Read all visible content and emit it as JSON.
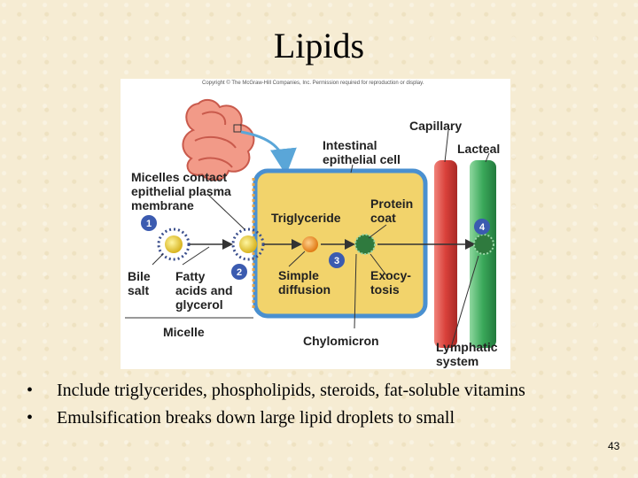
{
  "slide": {
    "title": "Lipids",
    "page_number": "43",
    "bullets": [
      "Include triglycerides, phospholipids, steroids, fat-soluble vitamins",
      "Emulsification breaks down large lipid droplets to small"
    ],
    "bullet_glyph": "•"
  },
  "figure": {
    "copyright": "Copyright © The McGraw-Hill Companies, Inc. Permission required for reproduction or display.",
    "labels": {
      "capillary": "Capillary",
      "intestinal_line1": "Intestinal",
      "intestinal_line2": "epithelial cell",
      "lacteal": "Lacteal",
      "micelles_line1": "Micelles contact",
      "micelles_line2": "epithelial plasma",
      "micelles_line3": "membrane",
      "triglyceride": "Triglyceride",
      "protein_line1": "Protein",
      "protein_line2": "coat",
      "bile_line1": "Bile",
      "bile_line2": "salt",
      "fatty_line1": "Fatty",
      "fatty_line2": "acids and",
      "fatty_line3": "glycerol",
      "simple_line1": "Simple",
      "simple_line2": "diffusion",
      "exo_line1": "Exocy-",
      "exo_line2": "tosis",
      "micelle": "Micelle",
      "chylomicron": "Chylomicron",
      "lymphatic_line1": "Lymphatic",
      "lymphatic_line2": "system"
    },
    "steps": [
      "1",
      "2",
      "3",
      "4"
    ],
    "colors": {
      "cell_fill": "#f2d36b",
      "cell_border": "#4a90d0",
      "capillary": "#d9403a",
      "lacteal": "#3aa85a",
      "step_circle": "#3b5bb0",
      "intestine": "#f08a7a"
    }
  }
}
